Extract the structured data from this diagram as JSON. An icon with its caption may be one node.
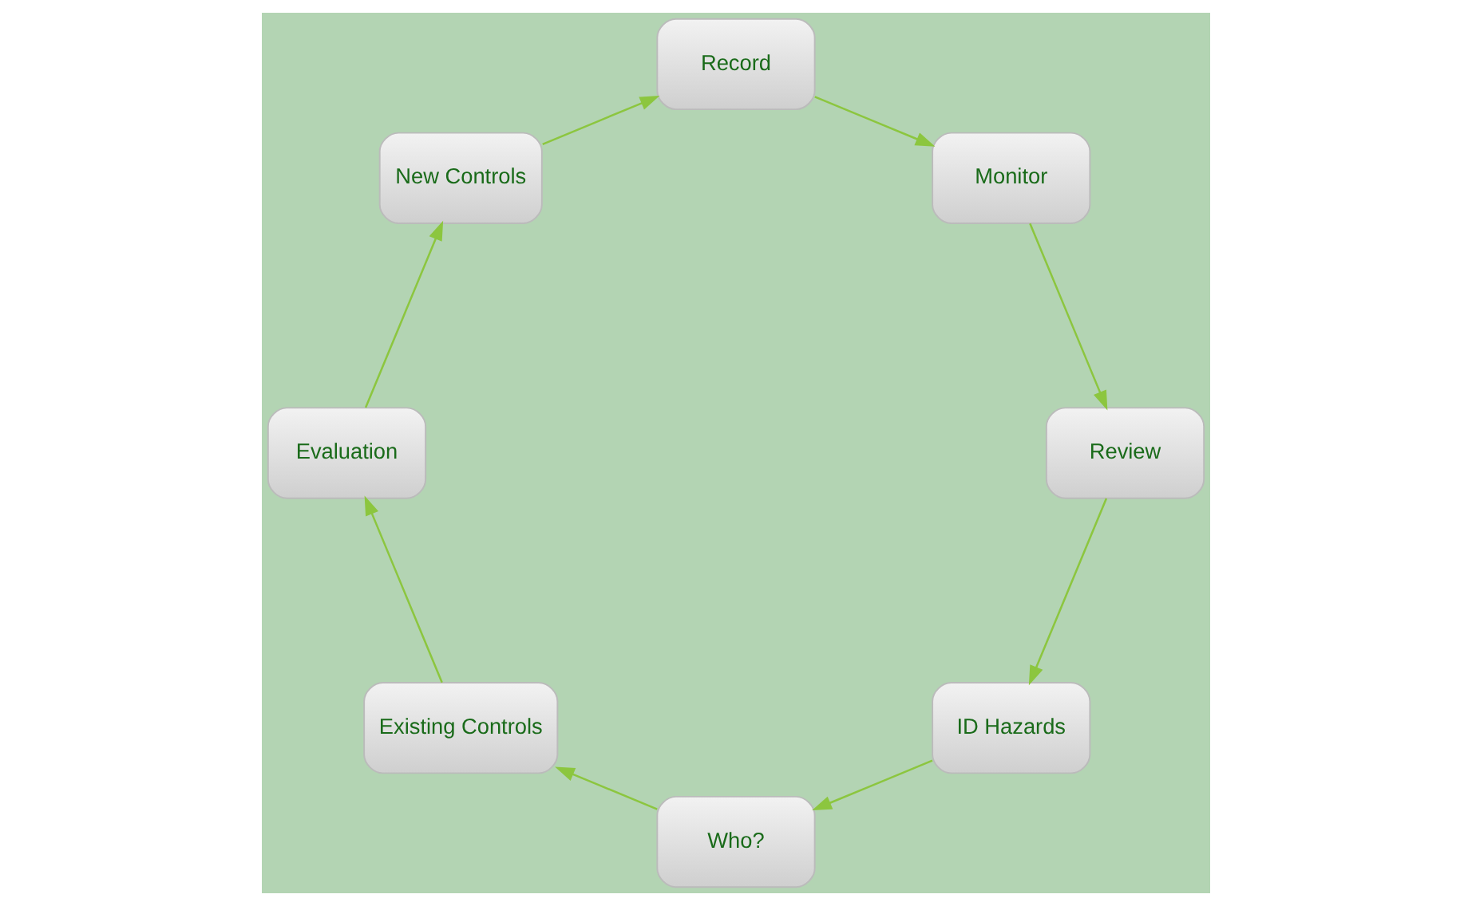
{
  "diagram": {
    "nodes": [
      {
        "text": [
          "ID Hazards"
        ]
      },
      {
        "text": [
          "Who?"
        ]
      },
      {
        "text": [
          "Existing Controls"
        ]
      },
      {
        "text": [
          "Evaluation"
        ]
      },
      {
        "text": [
          "New Controls"
        ]
      },
      {
        "text": [
          "Record"
        ]
      },
      {
        "text": [
          "Monitor"
        ]
      },
      {
        "text": [
          "Review"
        ]
      }
    ],
    "edges": [
      {
        "from": 0,
        "to": 1,
        "arrow": "to"
      },
      {
        "from": 1,
        "to": 2,
        "arrow": "to"
      },
      {
        "from": 2,
        "to": 3,
        "arrow": "to"
      },
      {
        "from": 3,
        "to": 4,
        "arrow": "to"
      },
      {
        "from": 4,
        "to": 5,
        "arrow": "to"
      },
      {
        "from": 5,
        "to": 6,
        "arrow": "to"
      },
      {
        "from": 6,
        "to": 7,
        "arrow": "to"
      },
      {
        "from": 7,
        "to": 0,
        "arrow": "to"
      }
    ]
  }
}
